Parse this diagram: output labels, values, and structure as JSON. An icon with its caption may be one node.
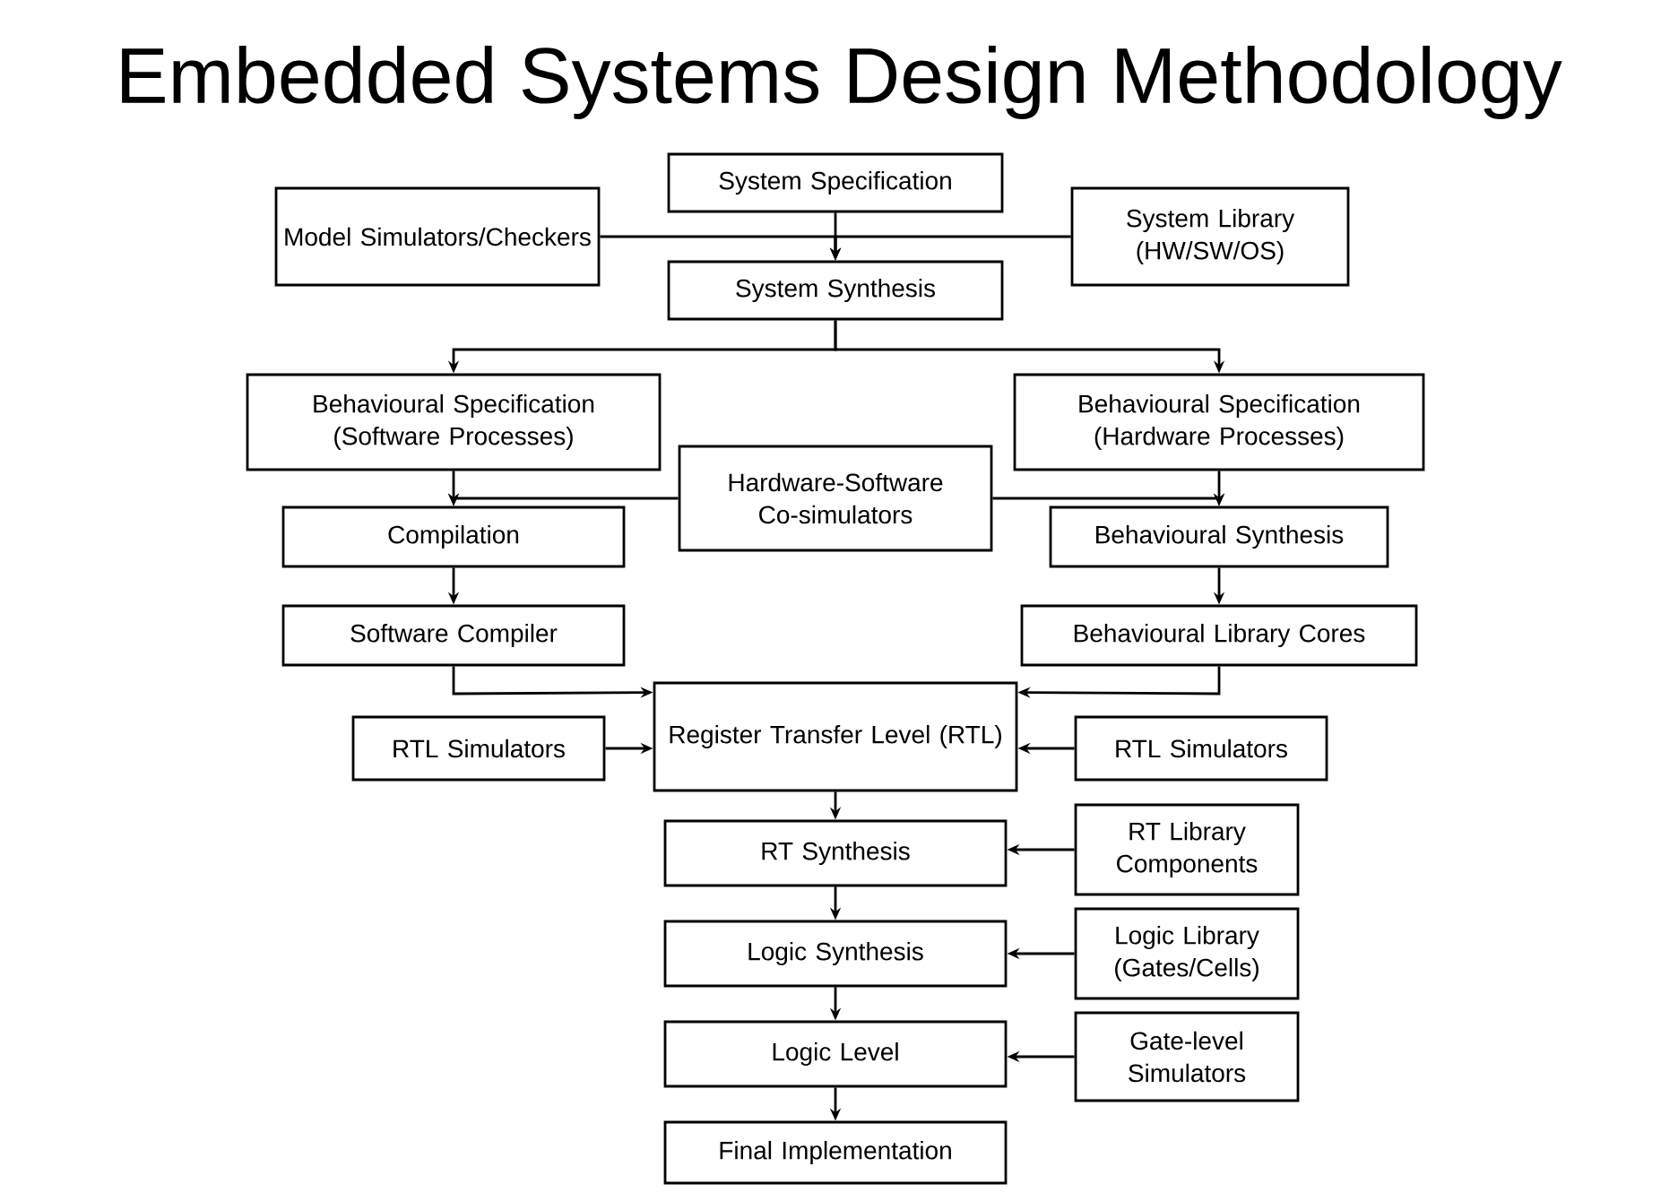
{
  "diagram": {
    "title": "Embedded Systems Design Methodology",
    "nodes": [
      {
        "text": [
          "System Specification"
        ]
      },
      {
        "text": [
          "Model Simulators/Checkers"
        ]
      },
      {
        "text": [
          "System Library (HW/SW/OS)"
        ]
      },
      {
        "text": [
          "System Synthesis"
        ]
      },
      {
        "text": [
          "Behavioural Specification (Software Processes)"
        ]
      },
      {
        "text": [
          "Behavioural Specification (Hardware Processes)"
        ]
      },
      {
        "text": [
          "Hardware-Software Co-simulators"
        ]
      },
      {
        "text": [
          "Compilation"
        ]
      },
      {
        "text": [
          "Behavioural Synthesis"
        ]
      },
      {
        "text": [
          "Software Compiler"
        ]
      },
      {
        "text": [
          "Behavioural Library Cores"
        ]
      },
      {
        "text": [
          "Register Transfer Level (RTL)"
        ]
      },
      {
        "text": [
          "RTL Simulators"
        ]
      },
      {
        "text": [
          "RTL Simulators"
        ]
      },
      {
        "text": [
          "RT Synthesis"
        ]
      },
      {
        "text": [
          "RT Library Components"
        ]
      },
      {
        "text": [
          "Logic Synthesis"
        ]
      },
      {
        "text": [
          "Logic Library (Gates/Cells)"
        ]
      },
      {
        "text": [
          "Logic Level"
        ]
      },
      {
        "text": [
          "Gate-level Simulators"
        ]
      },
      {
        "text": [
          "Final Implementation"
        ]
      }
    ],
    "edges": [
      {
        "from": 0,
        "to": 3,
        "arrow": "to"
      },
      {
        "from": 1,
        "to": 3,
        "arrow": "to"
      },
      {
        "from": 2,
        "to": 3,
        "arrow": "to"
      },
      {
        "from": 3,
        "to": 4,
        "arrow": "to"
      },
      {
        "from": 3,
        "to": 5,
        "arrow": "to"
      },
      {
        "from": 4,
        "to": 7,
        "arrow": "to"
      },
      {
        "from": 6,
        "to": 7,
        "arrow": "to"
      },
      {
        "from": 5,
        "to": 8,
        "arrow": "to"
      },
      {
        "from": 6,
        "to": 8,
        "arrow": "to"
      },
      {
        "from": 7,
        "to": 9,
        "arrow": "to"
      },
      {
        "from": 8,
        "to": 10,
        "arrow": "to"
      },
      {
        "from": 9,
        "to": 11,
        "arrow": "to"
      },
      {
        "from": 10,
        "to": 11,
        "arrow": "to"
      },
      {
        "from": 12,
        "to": 11,
        "arrow": "to"
      },
      {
        "from": 13,
        "to": 11,
        "arrow": "to"
      },
      {
        "from": 11,
        "to": 14,
        "arrow": "to"
      },
      {
        "from": 15,
        "to": 14,
        "arrow": "to"
      },
      {
        "from": 14,
        "to": 16,
        "arrow": "to"
      },
      {
        "from": 17,
        "to": 16,
        "arrow": "to"
      },
      {
        "from": 16,
        "to": 18,
        "arrow": "to"
      },
      {
        "from": 19,
        "to": 18,
        "arrow": "to"
      },
      {
        "from": 18,
        "to": 20,
        "arrow": "to"
      }
    ]
  }
}
